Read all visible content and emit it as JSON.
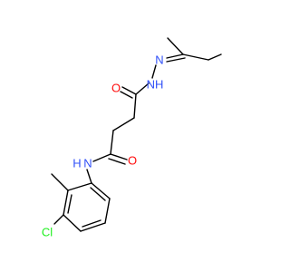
{
  "molecule": {
    "atoms": {
      "n_imine": "N",
      "nh_hydrazide": "NH",
      "o_upper": "O",
      "o_lower": "O",
      "nh_amide": "N",
      "h_amide": "H",
      "cl": "Cl"
    },
    "colors": {
      "bond": "#000000",
      "nitrogen": "#3050F8",
      "oxygen": "#FF0D0D",
      "chlorine": "#1FF01F",
      "background": "#FFFFFF"
    }
  }
}
